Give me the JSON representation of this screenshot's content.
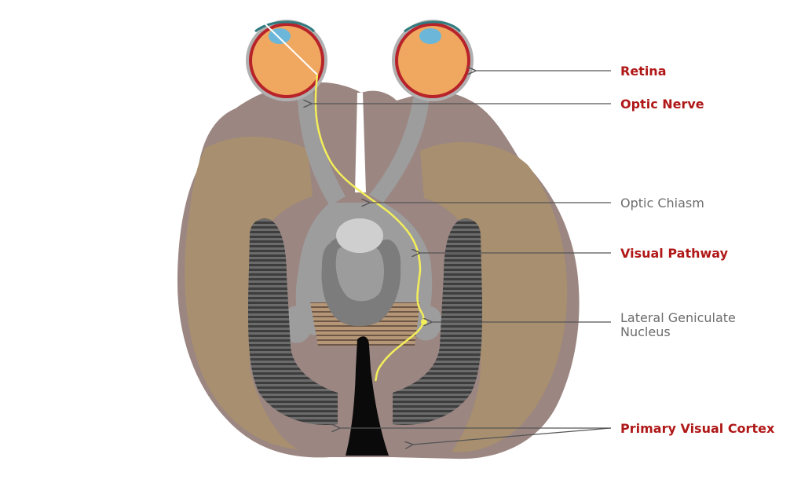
{
  "labels": {
    "retina": "Retina",
    "optic_nerve": "Optic Nerve",
    "optic_chiasm": "Optic Chiasm",
    "visual_pathway": "Visual Pathway",
    "lgn_line1": "Lateral Geniculate",
    "lgn_line2": "Nucleus",
    "primary_visual_cortex": "Primary Visual Cortex"
  },
  "colors": {
    "brain_outer": "#9b8682",
    "brain_inner": "#a88f6f",
    "eye_fill": "#f0a860",
    "eye_rim": "#b8232a",
    "eye_lens": "#6cb7d9",
    "nerve_gray": "#9d9d9d",
    "ventricle_dark": "#5a5a5a",
    "pathway_yellow": "#f3ee5a",
    "midline_black": "#0a0a0a",
    "label_red": "#b01818",
    "label_gray": "#6d6d6d"
  }
}
